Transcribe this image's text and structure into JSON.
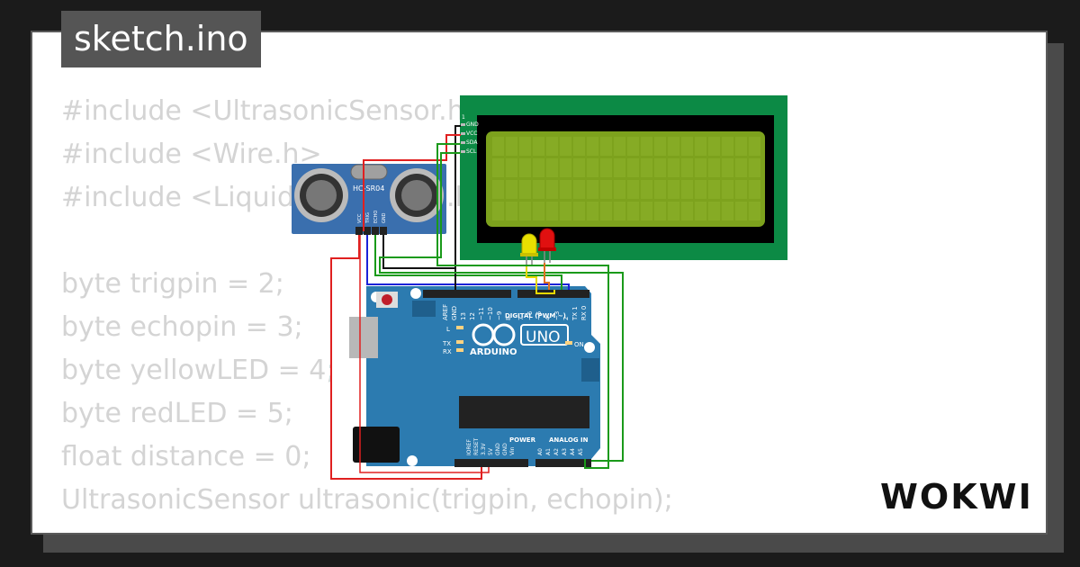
{
  "window": {
    "title": "sketch.ino"
  },
  "code": {
    "lines": [
      "#include <UltrasonicSensor.h>",
      "#include <Wire.h>",
      "#include <LiquidCrystal_I2C.h>",
      "",
      "byte trigpin = 2;",
      "byte echopin = 3;",
      "byte yellowLED = 4;",
      "byte redLED = 5;",
      "float distance = 0;",
      "UltrasonicSensor ultrasonic(trigpin, echopin);"
    ]
  },
  "sensor": {
    "model": "HC-SR04",
    "pins": [
      "VCC",
      "TRIG",
      "ECHO",
      "GND"
    ]
  },
  "lcd": {
    "pins": [
      "GND",
      "VCC",
      "SDA",
      "SCL"
    ],
    "pin1_marker": "1"
  },
  "arduino": {
    "brand": "ARDUINO",
    "model": "UNO",
    "digital_label": "DIGITAL (PWM ~)",
    "power_label": "POWER",
    "analog_label": "ANALOG IN",
    "led_l": "L",
    "led_tx": "TX",
    "led_rx": "RX",
    "led_on": "ON",
    "top_pins": [
      "AREF",
      "GND",
      "13",
      "12",
      "~11",
      "~10",
      "~9",
      "8",
      "7",
      "~6",
      "~5",
      "4",
      "~3",
      "2",
      "TX 1",
      "RX 0"
    ],
    "power_pins": [
      "IOREF",
      "RESET",
      "3.3V",
      "5V",
      "GND",
      "GND",
      "Vin"
    ],
    "analog_pins": [
      "A0",
      "A1",
      "A2",
      "A3",
      "A4",
      "A5"
    ]
  },
  "colors": {
    "background": "#1b1b1b",
    "card": "#ffffff",
    "title_tab": "#555555",
    "code_text": "#d4d4d4",
    "arduino_board": "#2c7bb0",
    "lcd_frame": "#0c8a45",
    "lcd_screen": "#7da21d",
    "sensor_board": "#3a6fae",
    "wire_red": "#e02020",
    "wire_black": "#111111",
    "wire_green": "#1a9a1a",
    "wire_blue": "#1a22d8",
    "led_yellow": "#e8e000",
    "led_red": "#e01010"
  },
  "brand": {
    "logo": "WOKWI"
  }
}
